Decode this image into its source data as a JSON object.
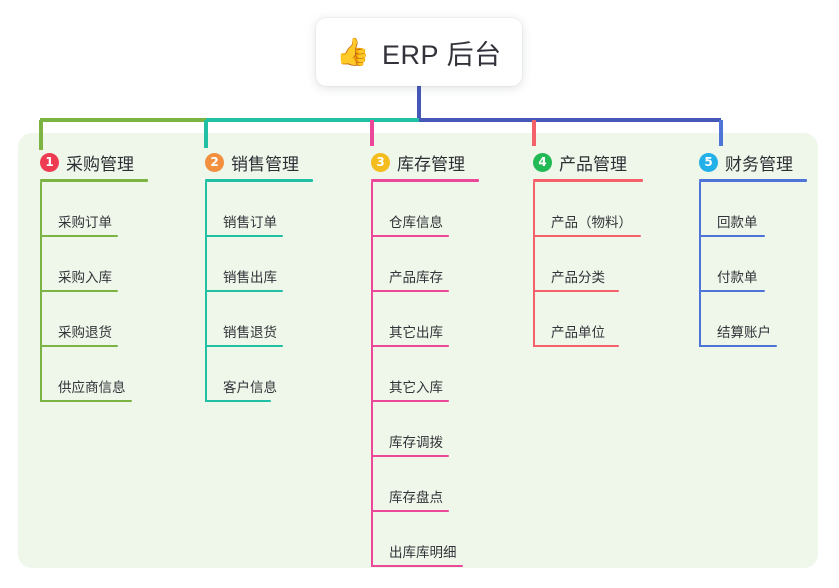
{
  "root": {
    "icon": "thumbs-up-icon",
    "emoji": "👍",
    "title": "ERP 后台"
  },
  "palette": {
    "panel_bg": "#eef7e9",
    "page_bg": "#ffffff",
    "stem": "#4558b8",
    "text": "#33333a"
  },
  "branches": [
    {
      "number": "1",
      "label": "采购管理",
      "badge_color": "#ef3b52",
      "line_color": "#7cb342",
      "items": [
        "采购订单",
        "采购入库",
        "采购退货",
        "供应商信息"
      ]
    },
    {
      "number": "2",
      "label": "销售管理",
      "badge_color": "#f3903f",
      "line_color": "#21c0a5",
      "items": [
        "销售订单",
        "销售出库",
        "销售退货",
        "客户信息"
      ]
    },
    {
      "number": "3",
      "label": "库存管理",
      "badge_color": "#f5bc1e",
      "line_color": "#ec4899",
      "items": [
        "仓库信息",
        "产品库存",
        "其它出库",
        "其它入库",
        "库存调拨",
        "库存盘点",
        "出库库明细"
      ]
    },
    {
      "number": "4",
      "label": "产品管理",
      "badge_color": "#22ba55",
      "line_color": "#f4616b",
      "items": [
        "产品（物料）",
        "产品分类",
        "产品单位"
      ]
    },
    {
      "number": "5",
      "label": "财务管理",
      "badge_color": "#22b0e8",
      "line_color": "#4f74d8",
      "items": [
        "回款单",
        "付款单",
        "结算账户"
      ]
    }
  ]
}
